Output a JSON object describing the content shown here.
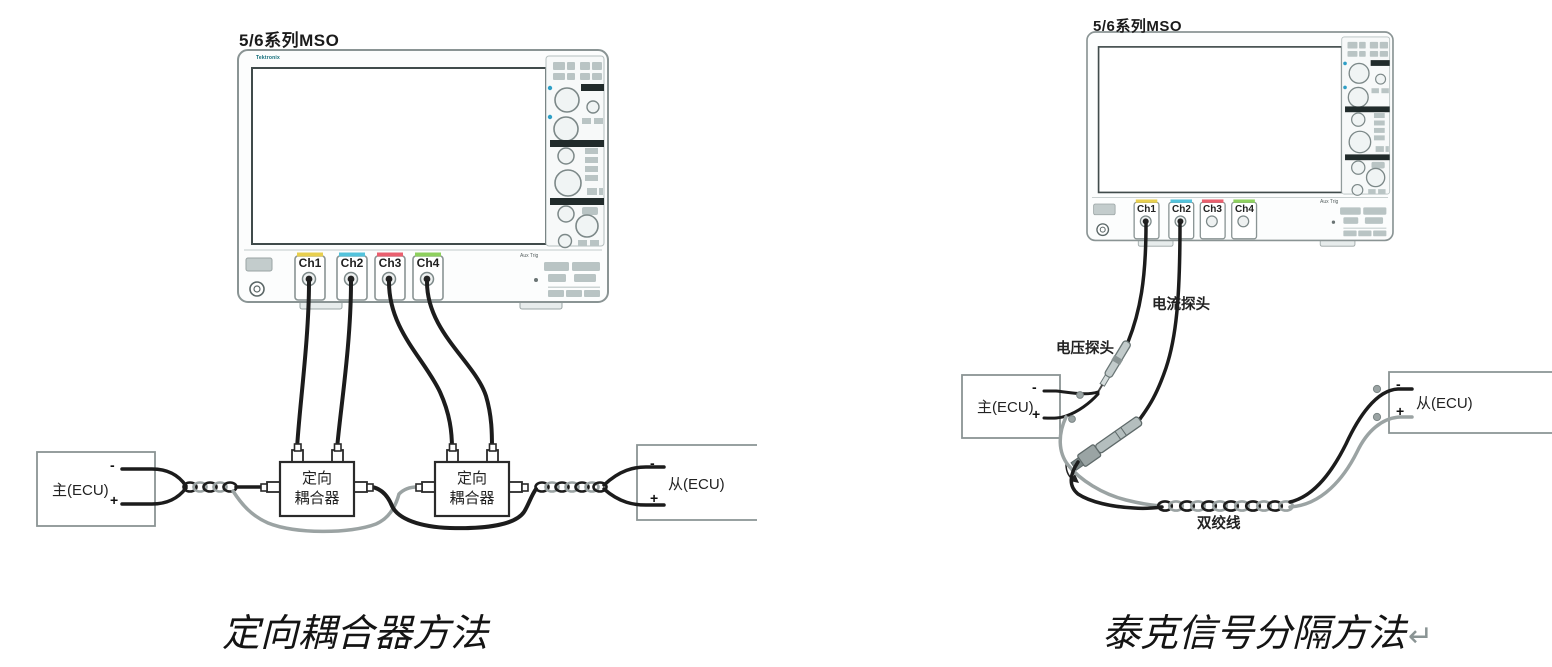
{
  "colors": {
    "ch1": "#e8cf4e",
    "ch2": "#53c3dc",
    "ch3": "#ea5f6e",
    "ch4": "#8ed05e",
    "wire_black": "#1c1c1c",
    "wire_gray": "#9ba3a3",
    "outline_gray": "#8a9494",
    "panel_dark": "#212b2b"
  },
  "left_diagram": {
    "title": "5/6系列MSO",
    "brand": "Tektronix",
    "aux_label": "Aux Trig",
    "channels": [
      "Ch1",
      "Ch2",
      "Ch3",
      "Ch4"
    ],
    "coupler1": {
      "line1": "定向",
      "line2": "耦合器"
    },
    "coupler2": {
      "line1": "定向",
      "line2": "耦合器"
    },
    "master": {
      "label": "主(ECU)",
      "minus": "-",
      "plus": "+"
    },
    "slave": {
      "label": "从(ECU)",
      "minus": "-",
      "plus": "+"
    },
    "caption": "定向耦合器方法"
  },
  "right_diagram": {
    "title": "5/6系列MSO",
    "aux_label": "Aux Trig",
    "channels": [
      "Ch1",
      "Ch2",
      "Ch3",
      "Ch4"
    ],
    "labels": {
      "voltage_probe": "电压探头",
      "current_probe": "电流探头",
      "twisted_pair": "双绞线"
    },
    "master": {
      "label": "主(ECU)",
      "minus": "-",
      "plus": "+"
    },
    "slave": {
      "label": "从(ECU)",
      "minus": "-",
      "plus": "+"
    },
    "caption": "泰克信号分隔方法",
    "return_mark": "↵"
  }
}
